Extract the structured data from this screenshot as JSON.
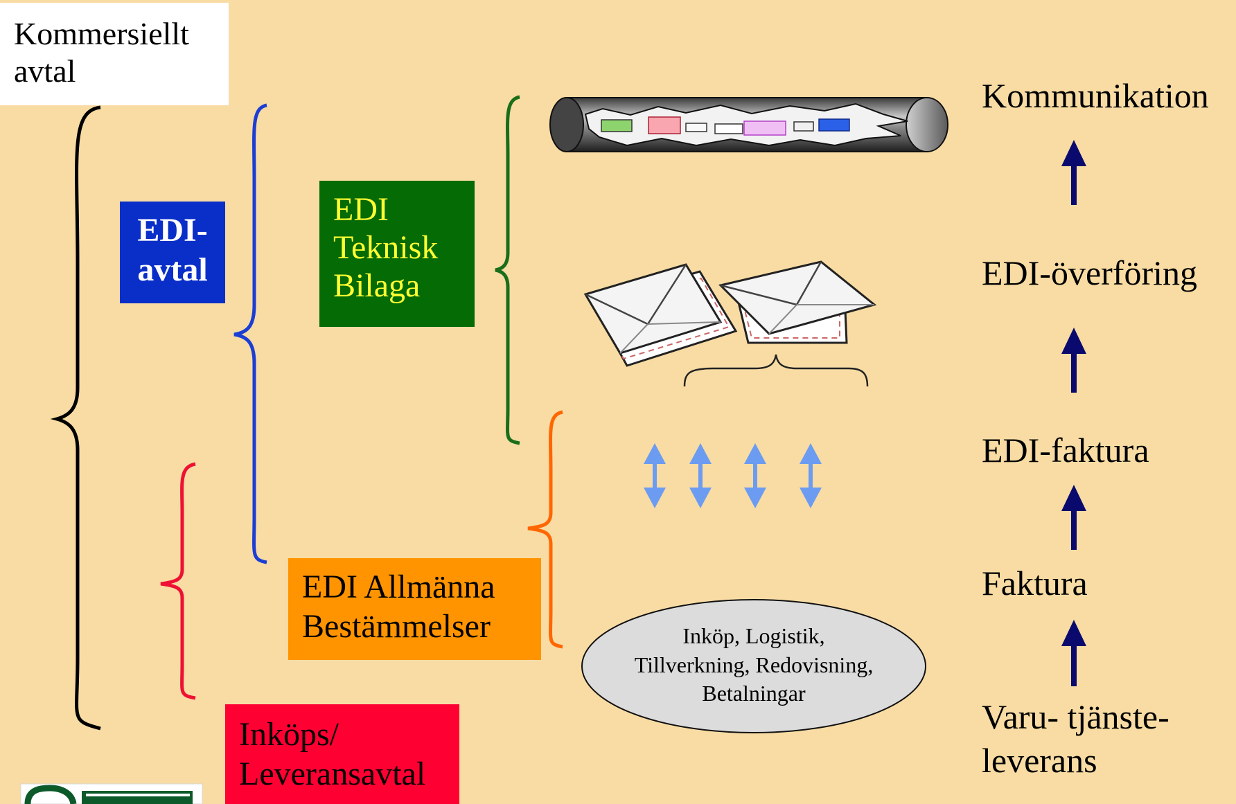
{
  "colors": {
    "background": "#f8dca4",
    "edi_avtal": "#0a2fc8",
    "teknisk": "#056b05",
    "teknisk_text": "#ffff33",
    "allmanna": "#ff9400",
    "inkops": "#ff0033",
    "arrow_dark": "#0a0a6e",
    "arrow_light": "#6c9cf2"
  },
  "boxes": {
    "kommersiellt": [
      "Kommersiellt",
      "avtal"
    ],
    "edi_avtal": [
      "EDI-",
      "avtal"
    ],
    "teknisk": [
      "EDI",
      "Teknisk",
      "Bilaga"
    ],
    "allmanna": [
      "EDI Allmänna",
      "Bestämmelser"
    ],
    "inkops": [
      "Inköps/",
      "Leveransavtal"
    ]
  },
  "ellipse": [
    "Inköp, Logistik,",
    "Tillverkning, Redovisning,",
    "Betalningar"
  ],
  "levels": [
    "Kommunikation",
    "EDI-överföring",
    "EDI-faktura",
    "Faktura",
    "Varu- tjänste-",
    "leverans"
  ],
  "icons": [
    "pipe-icon",
    "envelopes-icon",
    "double-arrow-icon",
    "up-arrow-icon",
    "logo-icon"
  ]
}
